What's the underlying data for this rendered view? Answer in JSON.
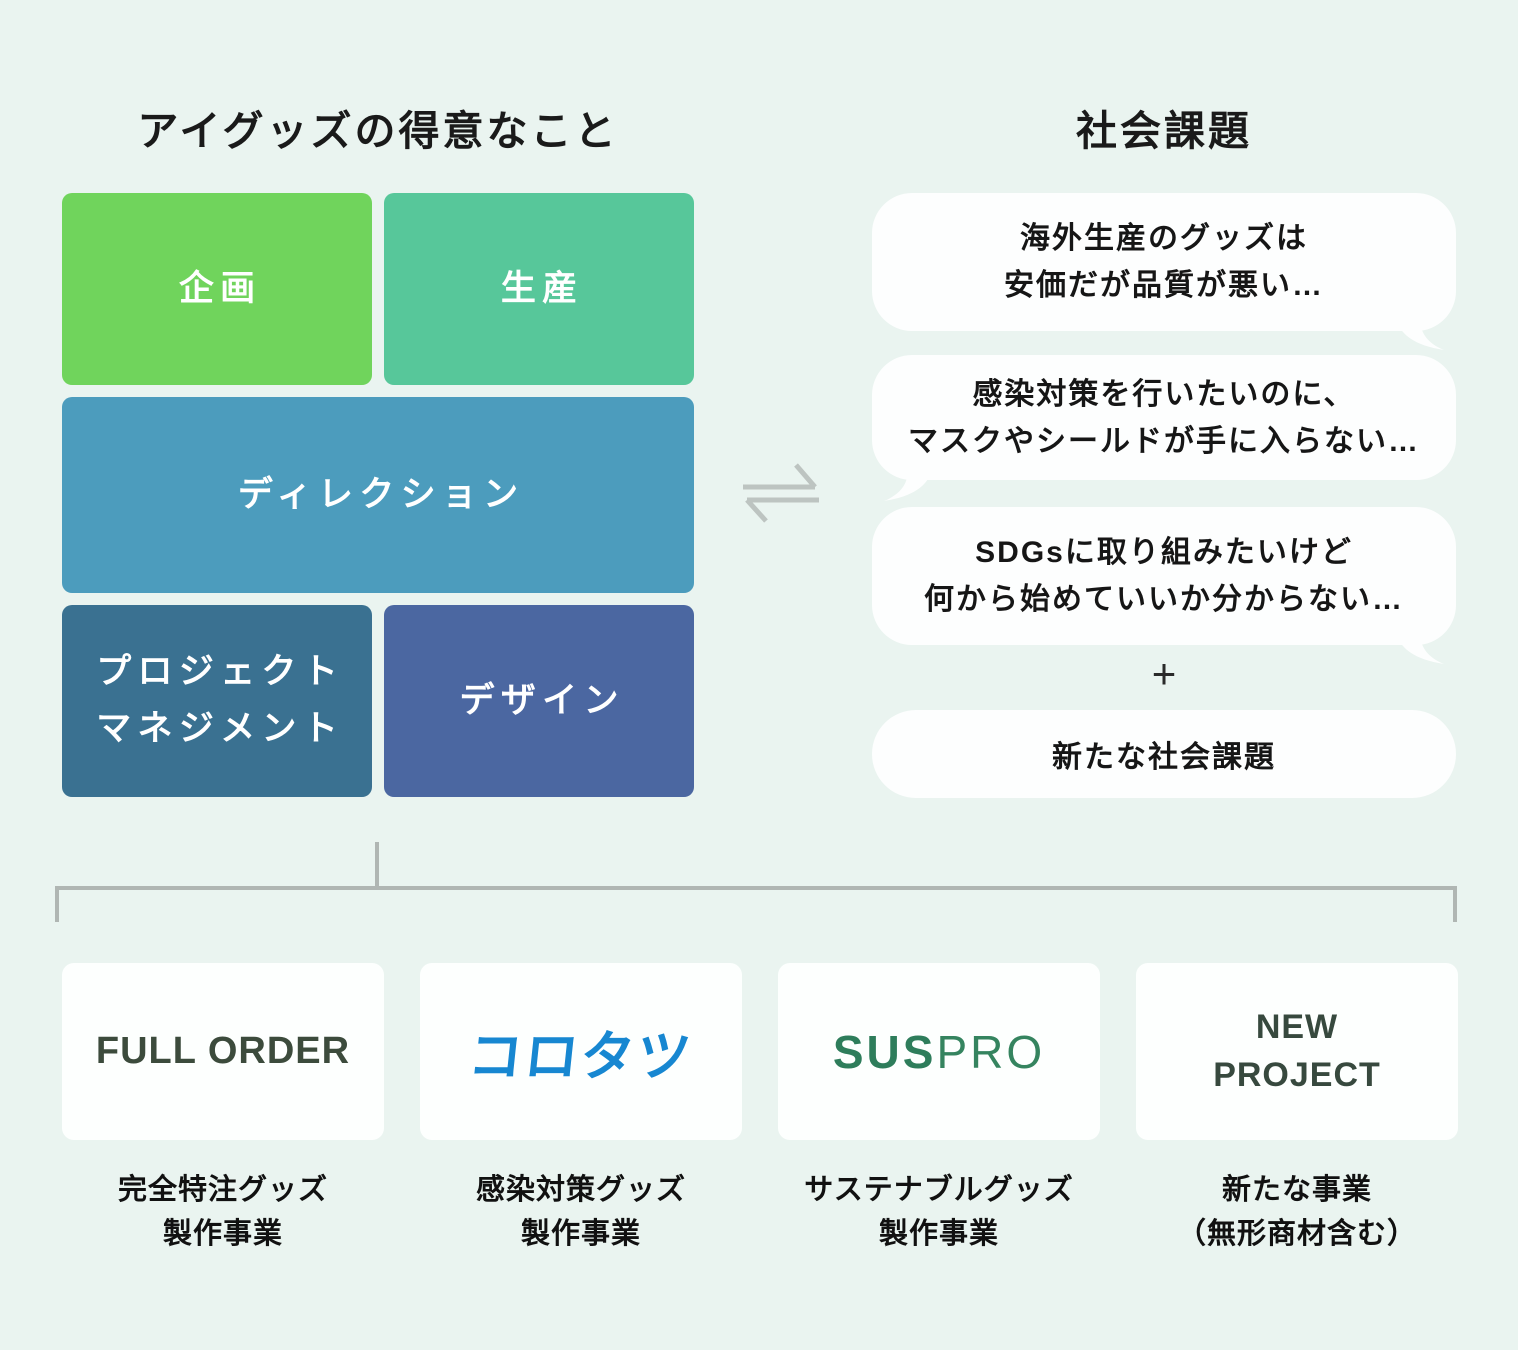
{
  "colors": {
    "background": "#eaf4f0",
    "box_plan_green": "#70d45c",
    "box_production_green": "#57c79a",
    "box_direction_blue": "#4c9cbd",
    "box_pm_steelblue": "#3a7191",
    "box_design_indigo": "#4b67a1",
    "bubble_white": "#fdfefe",
    "bracket_gray": "#b0b6b3",
    "harpoon_gray": "#bdc4c1",
    "logo_fullorder_green": "#3c4b3c",
    "logo_korotatsu_blue": "#1787d1",
    "logo_suspro_green": "#2e7d5b",
    "logo_newproject_green": "#37493e"
  },
  "left_section": {
    "title": "アイグッズの得意なこと",
    "boxes": {
      "plan": {
        "label": "企画"
      },
      "production": {
        "label": "生産"
      },
      "direction": {
        "label": "ディレクション"
      },
      "project_management": {
        "line1": "プロジェクト",
        "line2": "マネジメント"
      },
      "design": {
        "label": "デザイン"
      }
    }
  },
  "exchange_icon": "equilibrium-arrows",
  "right_section": {
    "title": "社会課題",
    "bubbles": [
      {
        "line1": "海外生産のグッズは",
        "line2": "安価だが品質が悪い…",
        "tail": "right"
      },
      {
        "line1": "感染対策を行いたいのに、",
        "line2": "マスクやシールドが手に入らない…",
        "tail": "left"
      },
      {
        "line1": "SDGsに取り組みたいけど",
        "line2": "何から始めていいか分からない…",
        "tail": "right"
      }
    ],
    "plus_sign": "+",
    "new_issue_pill": "新たな社会課題"
  },
  "businesses": [
    {
      "logo_text": "FULL ORDER",
      "caption_line1": "完全特注グッズ",
      "caption_line2": "製作事業"
    },
    {
      "logo_text": "コロタツ",
      "caption_line1": "感染対策グッズ",
      "caption_line2": "製作事業"
    },
    {
      "logo_text_bold": "SUS",
      "logo_text_thin": "PRO",
      "caption_line1": "サステナブルグッズ",
      "caption_line2": "製作事業"
    },
    {
      "logo_line1": "NEW",
      "logo_line2": "PROJECT",
      "caption_line1": "新たな事業",
      "caption_line2": "（無形商材含む）"
    }
  ]
}
